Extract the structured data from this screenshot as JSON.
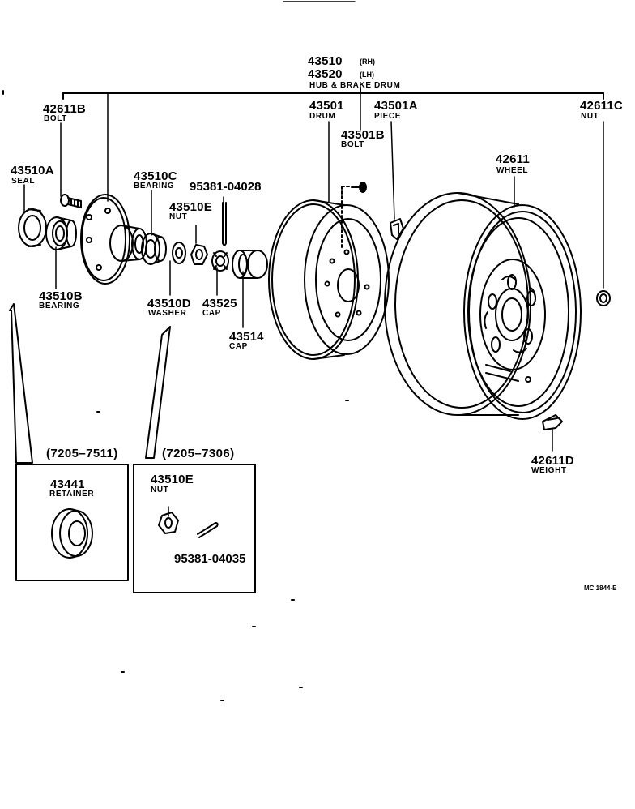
{
  "assembly": {
    "part_rh": "43510",
    "side_rh": "(RH)",
    "part_lh": "43520",
    "side_lh": "(LH)",
    "name": "HUB & BRAKE DRUM"
  },
  "parts": {
    "bolt_42611b": {
      "number": "42611B",
      "name": "BOLT"
    },
    "seal_43510a": {
      "number": "43510A",
      "name": "SEAL"
    },
    "bearing_43510c": {
      "number": "43510C",
      "name": "BEARING"
    },
    "pin_95381_04028": {
      "number": "95381-04028"
    },
    "nut_43510e": {
      "number": "43510E",
      "name": "NUT"
    },
    "bearing_43510b": {
      "number": "43510B",
      "name": "BEARING"
    },
    "washer_43510d": {
      "number": "43510D",
      "name": "WASHER"
    },
    "cap_43525": {
      "number": "43525",
      "name": "CAP"
    },
    "cap_43514": {
      "number": "43514",
      "name": "CAP"
    },
    "drum_43501": {
      "number": "43501",
      "name": "DRUM"
    },
    "bolt_43501b": {
      "number": "43501B",
      "name": "BOLT"
    },
    "piece_43501a": {
      "number": "43501A",
      "name": "PIECE"
    },
    "nut_42611c": {
      "number": "42611C",
      "name": "NUT"
    },
    "wheel_42611": {
      "number": "42611",
      "name": "WHEEL"
    },
    "weight_42611d": {
      "number": "42611D",
      "name": "WEIGHT"
    }
  },
  "inset_left": {
    "range": "(7205–7511)",
    "part": {
      "number": "43441",
      "name": "RETAINER"
    }
  },
  "inset_right": {
    "range": "(7205–7306)",
    "nut": {
      "number": "43510E",
      "name": "NUT"
    },
    "pin": {
      "number": "95381-04035"
    }
  },
  "figure_code": "MC 1844-E"
}
